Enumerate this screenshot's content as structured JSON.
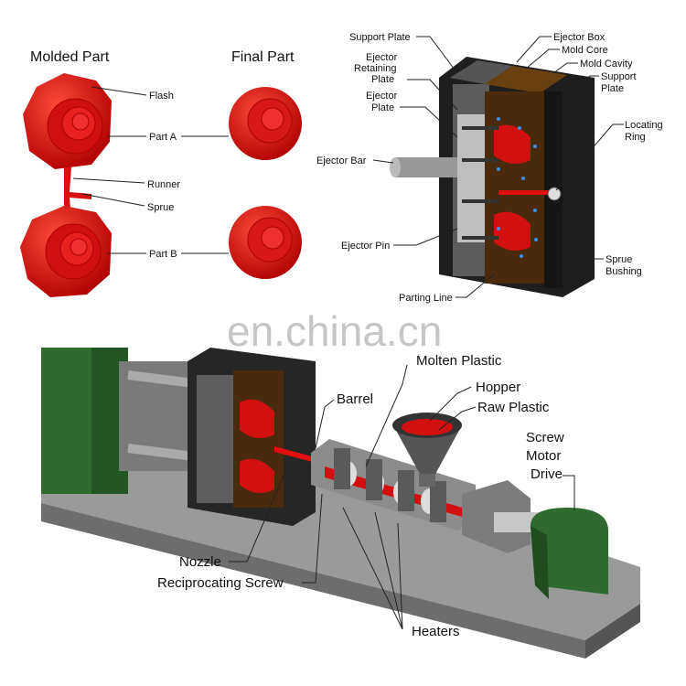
{
  "titles": {
    "molded_part": "Molded Part",
    "final_part": "Final Part"
  },
  "part_labels": {
    "flash": "Flash",
    "part_a": "Part A",
    "runner": "Runner",
    "sprue": "Sprue",
    "part_b": "Part B"
  },
  "mold_labels": {
    "support_plate_left": "Support Plate",
    "ejector_retaining_plate": [
      "Ejector",
      "Retaining",
      "Plate"
    ],
    "ejector_plate": [
      "Ejector",
      "Plate"
    ],
    "ejector_bar": "Ejector Bar",
    "ejector_pin": "Ejector Pin",
    "parting_line": "Parting Line",
    "ejector_box": "Ejector Box",
    "mold_core": "Mold Core",
    "mold_cavity": "Mold Cavity",
    "support_plate_right": [
      "Support",
      "Plate"
    ],
    "locating_ring": [
      "Locating",
      "Ring"
    ],
    "sprue_bushing": [
      "Sprue",
      "Bushing"
    ]
  },
  "machine_labels": {
    "molten_plastic": "Molten Plastic",
    "hopper": "Hopper",
    "raw_plastic": "Raw Plastic",
    "barrel": "Barrel",
    "screw_motor_drive": [
      "Screw",
      "Motor",
      "Drive"
    ],
    "nozzle": "Nozzle",
    "reciprocating_screw": "Reciprocating Screw",
    "heaters": "Heaters"
  },
  "watermark": "en.china.cn",
  "colors": {
    "plastic_red": "#e01010",
    "mold_brown": "#5a3210",
    "motor_green": "#2f6b2f",
    "steel": "#8a8a8a",
    "dark": "#2a2a2a"
  }
}
